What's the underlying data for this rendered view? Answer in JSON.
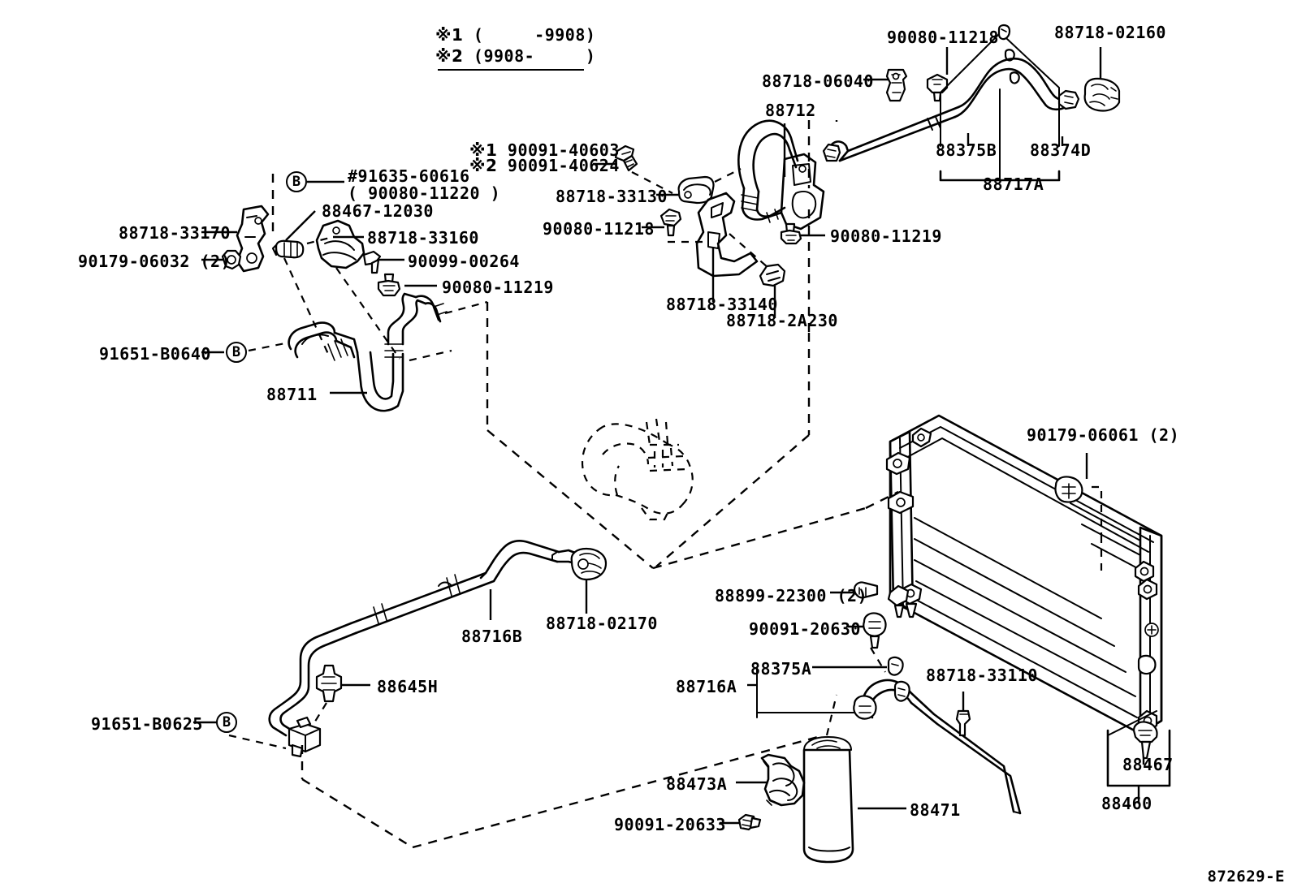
{
  "diagram": {
    "code": "872629-E",
    "type": "automotive-parts-exploded-view",
    "subject": "A/C refrigerant piping, condenser and receiver drier"
  },
  "notes": {
    "mark1_symbol": "※1",
    "mark1_text": "(     -9908)",
    "mark2_symbol": "※2",
    "mark2_text": "(9908-     )"
  },
  "callouts": {
    "c_90080_11218_top": "90080-11218",
    "c_88718_02160": "88718-02160",
    "c_88718_06040": "88718-06040",
    "c_88712": "88712",
    "c_88375B": "88375B",
    "c_88374D": "88374D",
    "c_88717A": "88717A",
    "c_mark1_90091": "90091-40603",
    "c_mark2_90091": "90091-40624",
    "c_91635_60616": "#91635-60616",
    "c_90080_11220": "( 90080-11220 )",
    "c_88467_12030": "88467-12030",
    "c_88718_33170": "88718-33170",
    "c_88718_33160": "88718-33160",
    "c_90179_06032": "90179-06032 (2)",
    "c_90099_00264": "90099-00264",
    "c_90080_11219_left": "90080-11219",
    "c_88718_33130": "88718-33130",
    "c_90080_11218_mid": "90080-11218",
    "c_90080_11219_mid": "90080-11219",
    "c_88718_33140": "88718-33140",
    "c_88718_2A230": "88718-2A230",
    "c_91651_B0640": "91651-B0640",
    "c_88711": "88711",
    "c_90179_06061": "90179-06061 (2)",
    "c_88716B": "88716B",
    "c_88718_02170": "88718-02170",
    "c_88899_22300": "88899-22300 (2)",
    "c_90091_20630": "90091-20630",
    "c_88375A": "88375A",
    "c_88716A": "88716A",
    "c_88718_33110": "88718-33110",
    "c_88645H": "88645H",
    "c_91651_B0625": "91651-B0625",
    "c_88473A": "88473A",
    "c_90091_20633": "90091-20633",
    "c_88471": "88471",
    "c_88467": "88467",
    "c_88460": "88460",
    "bullet_B_1": "B",
    "bullet_B_2": "B",
    "bullet_B_3": "B"
  },
  "colors": {
    "ink": "#000000",
    "paper": "#ffffff"
  }
}
